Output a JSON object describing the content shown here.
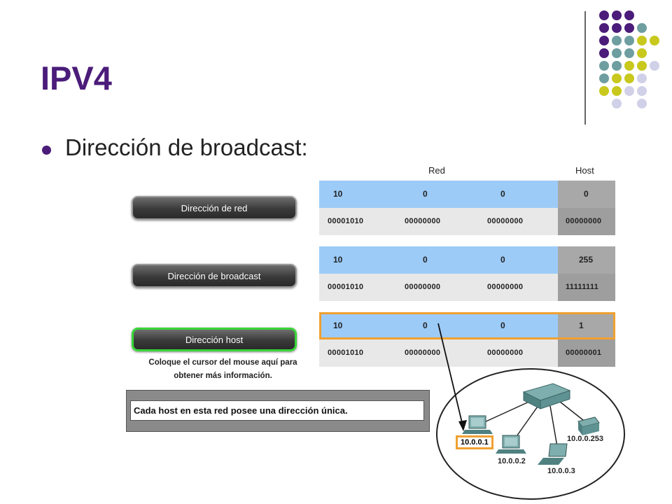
{
  "slide": {
    "title": "IPV4",
    "bullet": "Dirección de broadcast:"
  },
  "column_headers": {
    "red": "Red",
    "host": "Host"
  },
  "tables": [
    {
      "decimal": [
        "10",
        "0",
        "0",
        "0"
      ],
      "binary": [
        "00001010",
        "00000000",
        "00000000",
        "00000000"
      ]
    },
    {
      "decimal": [
        "10",
        "0",
        "0",
        "255"
      ],
      "binary": [
        "00001010",
        "00000000",
        "00000000",
        "11111111"
      ]
    },
    {
      "decimal": [
        "10",
        "0",
        "0",
        "1"
      ],
      "binary": [
        "00001010",
        "00000000",
        "00000000",
        "00000001"
      ]
    }
  ],
  "buttons": {
    "network_address": "Dirección de red",
    "broadcast_address": "Dirección de broadcast",
    "host_address": "Dirección host"
  },
  "hint": {
    "line1": "Coloque el cursor del mouse aquí para",
    "line2": "obtener más información."
  },
  "info_text": "Cada host en esta red posee una dirección única.",
  "network": {
    "hosts": [
      "10.0.0.1",
      "10.0.0.2",
      "10.0.0.3",
      "10.0.0.253"
    ]
  },
  "colors": {
    "title": "#4b1c7a",
    "red_cells": "#9ccbf8",
    "host_cells": "#a8a8a8",
    "highlight": "#f0a030",
    "active_border": "#39d439",
    "dot_purple": "#4b1c7a",
    "dot_teal": "#6e9ea0",
    "dot_yellow": "#c8c81e",
    "dot_lavender": "#d0d0e8"
  }
}
